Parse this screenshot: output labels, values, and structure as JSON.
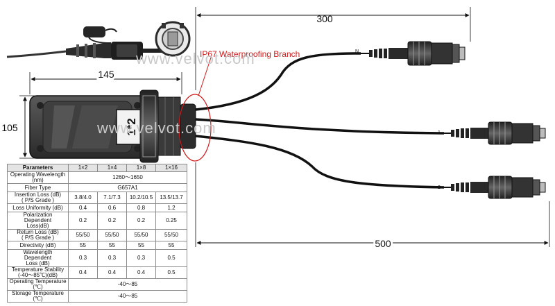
{
  "dimensions": {
    "top_length": "300",
    "bottom_length": "500",
    "body_length": "145",
    "body_height": "105"
  },
  "callout": {
    "text": "IP67 Waterproofing Branch"
  },
  "box_label": "1*2",
  "watermark": "www.velvot.com",
  "port_labels": [
    "N",
    "1",
    "2"
  ],
  "colors": {
    "callout": "#d11a1a",
    "body": "#3a3a3a",
    "cable": "#111111",
    "table_header": "#e4e4e4"
  },
  "table": {
    "headers": [
      "Parameters",
      "1×2",
      "1×4",
      "1×8",
      "1×16"
    ],
    "rows": [
      {
        "label": "Operating Wavelength\n(nm)",
        "merged": "1260～1650"
      },
      {
        "label": "Fiber Type",
        "merged": "G657A1"
      },
      {
        "label": "Insertion Loss (dB)\n( P/S Grade )",
        "values": [
          "3.8/4.0",
          "7.1/7.3",
          "10.2/10.5",
          "13.5/13.7"
        ]
      },
      {
        "label": "Loss Uniformity (dB)",
        "values": [
          "0.4",
          "0.6",
          "0.8",
          "1.2"
        ]
      },
      {
        "label": "Polarization Dependent\nLoss(dB)",
        "values": [
          "0.2",
          "0.2",
          "0.2",
          "0.25"
        ]
      },
      {
        "label": "Return Loss (dB)\n( P/S Grade )",
        "values": [
          "55/50",
          "55/50",
          "55/50",
          "55/50"
        ]
      },
      {
        "label": "Directivity (dB)",
        "values": [
          "55",
          "55",
          "55",
          "55"
        ]
      },
      {
        "label": "Wavelength Dependent\nLoss (dB)",
        "values": [
          "0.3",
          "0.3",
          "0.3",
          "0.5"
        ]
      },
      {
        "label": "Temperature Stability\n(-40～85℃)(dB)",
        "values": [
          "0.4",
          "0.4",
          "0.4",
          "0.5"
        ]
      },
      {
        "label": "Operating Temperature\n(℃)",
        "merged": "-40～85"
      },
      {
        "label": "Storage Temperature\n(℃)",
        "merged": "-40～85"
      }
    ]
  }
}
